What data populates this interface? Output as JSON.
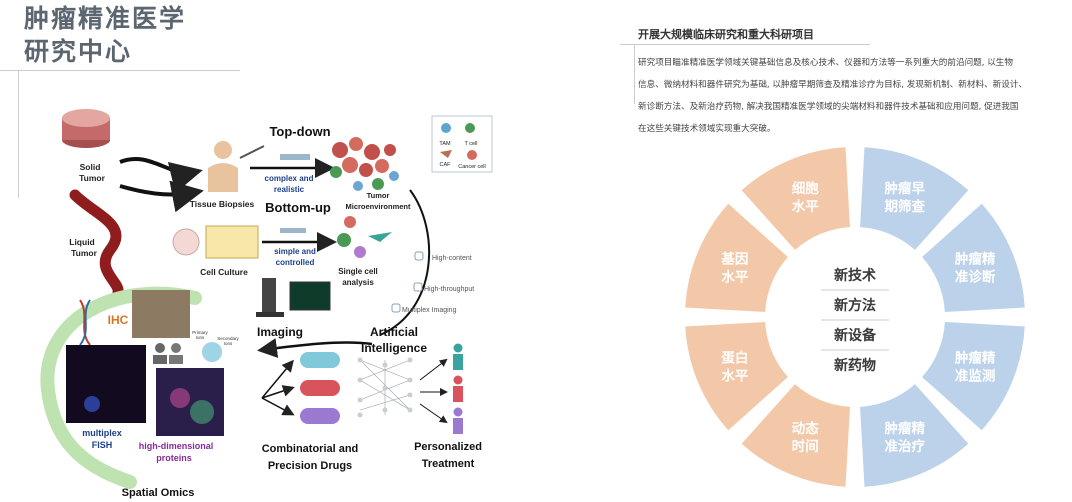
{
  "title": {
    "line1": "肿瘤精准医学",
    "line2": "研究中心"
  },
  "figure": {
    "solid_tumor": [
      "Solid",
      "Tumor"
    ],
    "liquid_tumor": [
      "Liquid",
      "Tumor"
    ],
    "tissue_biopsies": "Tissue Biopsies",
    "top_down": "Top-down",
    "complex_realistic": [
      "complex and",
      "realistic"
    ],
    "bottom_up": "Bottom-up",
    "tumor_microenvironment": [
      "Tumor",
      "Microenvironment"
    ],
    "tme_legend": {
      "tam": "TAM",
      "tcell": "T cell",
      "caf": "CAF",
      "cancer": "Cancer cell"
    },
    "cell_culture": "Cell Culture",
    "simple_controlled": [
      "simple and",
      "controlled"
    ],
    "single_cell": [
      "Single cell",
      "analysis"
    ],
    "high_content": "High-content",
    "high_throughput": "High-throughput",
    "multiplex_imaging": "Multiplex Imaging",
    "imaging": "Imaging",
    "ihc": "IHC",
    "primary_label": [
      "Primary",
      "Ions"
    ],
    "secondary_label": [
      "Secondary",
      "Ions"
    ],
    "artificial_intelligence": [
      "Artificial",
      "Intelligence"
    ],
    "multiplex_fish": [
      "multiplex",
      "FISH"
    ],
    "high_dim": [
      "high-dimensional",
      "proteins"
    ],
    "spatial_omics": "Spatial Omics",
    "combinatorial": [
      "Combinatorial and",
      "Precision Drugs"
    ],
    "personalized": [
      "Personalized",
      "Treatment"
    ]
  },
  "section": {
    "heading": "开展大规模临床研究和重大科研项目",
    "body_lines": [
      "研究项目瞄准精准医学领域关键基础信息及核心技术、仪器和方法等一系列重大的前沿问题, 以生物",
      "信息、微纳材料和器件研究为基础, 以肿瘤早期筛查及精准诊疗为目标, 发现新机制、新材料、新设计、",
      "新诊断方法、及新治疗药物, 解决我国精准医学领域的尖端材料和器件技术基础和应用问题, 促进我国",
      "在这些关键技术领域实现重大突破。"
    ]
  },
  "wheel": {
    "colors": {
      "orange": "#f3c8a8",
      "blue": "#bcd2ea"
    },
    "segments": [
      {
        "lines": [
          "肿瘤早",
          "期筛查"
        ],
        "color": "blue"
      },
      {
        "lines": [
          "肿瘤精",
          "准诊断"
        ],
        "color": "blue"
      },
      {
        "lines": [
          "肿瘤精",
          "准监测"
        ],
        "color": "blue"
      },
      {
        "lines": [
          "肿瘤精",
          "准治疗"
        ],
        "color": "blue"
      },
      {
        "lines": [
          "动态",
          "时间"
        ],
        "color": "orange"
      },
      {
        "lines": [
          "蛋白",
          "水平"
        ],
        "color": "orange"
      },
      {
        "lines": [
          "基因",
          "水平"
        ],
        "color": "orange"
      },
      {
        "lines": [
          "细胞",
          "水平"
        ],
        "color": "orange"
      }
    ],
    "center": [
      "新技术",
      "新方法",
      "新设备",
      "新药物"
    ]
  }
}
